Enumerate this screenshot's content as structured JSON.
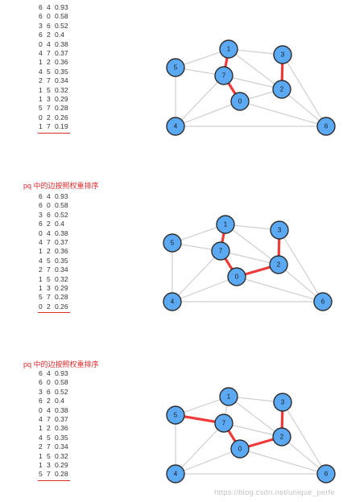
{
  "edges": [
    {
      "v": 6,
      "w": 4,
      "weight": "0.93"
    },
    {
      "v": 6,
      "w": 0,
      "weight": "0.58"
    },
    {
      "v": 3,
      "w": 6,
      "weight": "0.52"
    },
    {
      "v": 6,
      "w": 2,
      "weight": "0.4"
    },
    {
      "v": 0,
      "w": 4,
      "weight": "0.38"
    },
    {
      "v": 4,
      "w": 7,
      "weight": "0.37"
    },
    {
      "v": 1,
      "w": 2,
      "weight": "0.36"
    },
    {
      "v": 4,
      "w": 5,
      "weight": "0.35"
    },
    {
      "v": 2,
      "w": 7,
      "weight": "0.34"
    },
    {
      "v": 1,
      "w": 5,
      "weight": "0.32"
    },
    {
      "v": 1,
      "w": 3,
      "weight": "0.29"
    },
    {
      "v": 5,
      "w": 7,
      "weight": "0.28"
    },
    {
      "v": 0,
      "w": 2,
      "weight": "0.26"
    },
    {
      "v": 1,
      "w": 7,
      "weight": "0.19"
    }
  ],
  "panels": [
    {
      "heading": "",
      "visible_edges": 14,
      "node_labels": [
        "0",
        "1",
        "2",
        "3",
        "4",
        "5",
        "6",
        "7"
      ],
      "mst_edges": [
        [
          1,
          7
        ],
        [
          2,
          3
        ],
        [
          0,
          7
        ]
      ]
    },
    {
      "heading": "pq 中的边按照权重排序",
      "visible_edges": 13,
      "node_labels": [
        "0",
        "1",
        "2",
        "3",
        "4",
        "5",
        "6",
        "7"
      ],
      "mst_edges": [
        [
          1,
          7
        ],
        [
          2,
          3
        ],
        [
          0,
          7
        ],
        [
          0,
          2
        ]
      ]
    },
    {
      "heading": "pq 中的边按照权重排序",
      "visible_edges": 12,
      "node_labels": [
        "0",
        "1",
        "2",
        "3",
        "4",
        "5",
        "6",
        "7"
      ],
      "mst_edges": [
        [
          5,
          7
        ],
        [
          2,
          3
        ],
        [
          0,
          7
        ],
        [
          0,
          2
        ]
      ]
    }
  ],
  "graph_edges": [
    [
      5,
      1
    ],
    [
      1,
      3
    ],
    [
      1,
      2
    ],
    [
      1,
      7
    ],
    [
      3,
      2
    ],
    [
      3,
      6
    ],
    [
      5,
      7
    ],
    [
      5,
      4
    ],
    [
      7,
      0
    ],
    [
      7,
      2
    ],
    [
      7,
      4
    ],
    [
      0,
      2
    ],
    [
      0,
      4
    ],
    [
      2,
      6
    ],
    [
      4,
      6
    ],
    [
      0,
      6
    ]
  ],
  "watermark": "https://blog.csdn.net/unique_perfe",
  "colors": {
    "node_fill": "#5aa9f2",
    "mst": "#f03a3a",
    "edge": "#cfcfcf",
    "heading": "#e02a2a"
  }
}
